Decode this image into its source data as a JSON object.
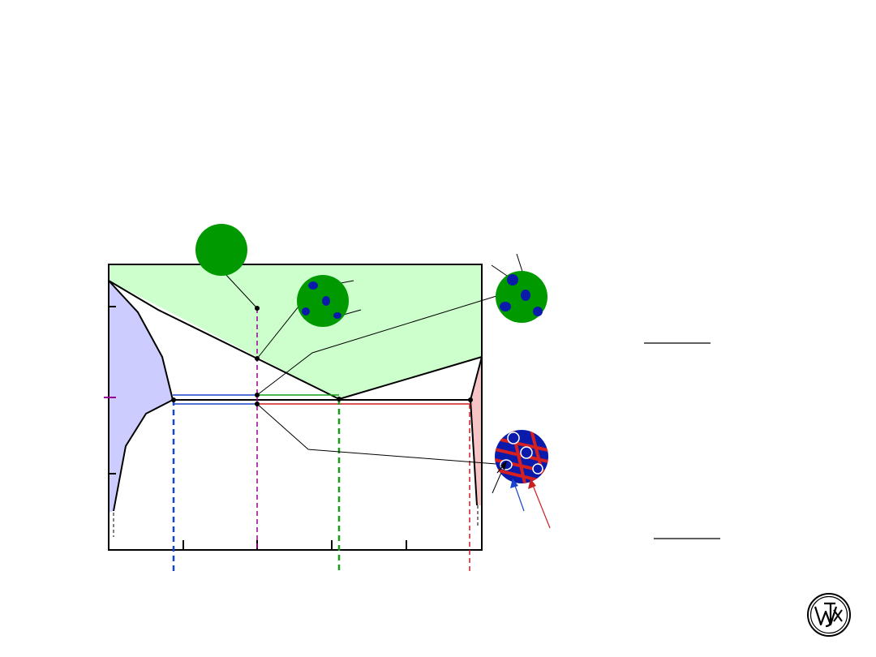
{
  "diagram": {
    "type": "binary eutectic phase diagram with microstructure schematics",
    "colors": {
      "liquid": "#ccffcc",
      "alpha": "#ccccff",
      "beta": "#f6c4c4",
      "microstructure_liquid": "#009900",
      "alpha_particle": "#0a1bab",
      "beta_lamellae": "#d42020",
      "eutectic_line": "#000000",
      "isotherm_blue": "#1a44cc",
      "isotherm_green": "#169e16",
      "isotherm_red": "#cc1f1f",
      "composition_alpha": "#1a44cc",
      "composition_overall": "#990099",
      "composition_eutectic": "#169e16",
      "composition_beta": "#cc1f1f"
    },
    "microstructures": [
      "liquid-only",
      "liquid-with-primary-alpha",
      "liquid-with-primary-alpha-at-eutectic",
      "primary-alpha-in-eutectic-lamellae"
    ],
    "logo": "wiley-seal"
  }
}
